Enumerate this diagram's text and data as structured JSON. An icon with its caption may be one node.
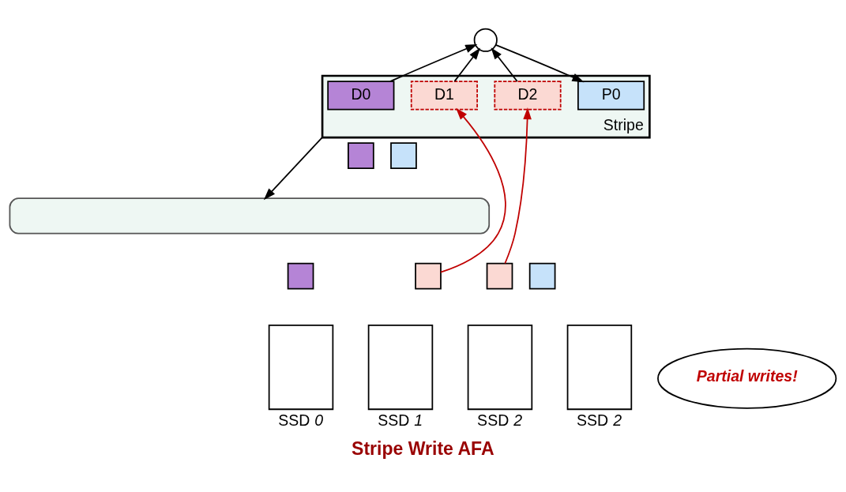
{
  "diagram": {
    "caption": "Stripe Write AFA",
    "nodes": [
      {
        "text": [],
        "shape": "circle"
      },
      {
        "text": [],
        "shape": "box",
        "beside": [
          "Stripe"
        ]
      },
      {
        "text": [
          "D0"
        ],
        "in": 1
      },
      {
        "text": [
          "D1"
        ],
        "in": 1
      },
      {
        "text": [
          "D2"
        ],
        "in": 1
      },
      {
        "text": [
          "P0"
        ],
        "in": 1
      },
      {
        "text": [],
        "shape": "box"
      },
      {
        "text": [],
        "shape": "box"
      },
      {
        "text": [],
        "shape": "box",
        "beside": [
          "SSD *0*"
        ]
      },
      {
        "text": [],
        "shape": "box",
        "beside": [
          "SSD *1*"
        ]
      },
      {
        "text": [],
        "shape": "box",
        "beside": [
          "SSD *2*"
        ]
      },
      {
        "text": [],
        "shape": "box",
        "beside": [
          "SSD *2*"
        ]
      },
      {
        "text": [],
        "shape": "box"
      },
      {
        "text": [],
        "shape": "box"
      },
      {
        "text": [],
        "shape": "box"
      },
      {
        "text": [],
        "shape": "box"
      },
      {
        "text": [],
        "shape": "box"
      },
      {
        "text": [
          "Partial writes!"
        ]
      }
    ],
    "edges": [
      {
        "from": 2,
        "to": 0,
        "arrow": "to"
      },
      {
        "from": 3,
        "to": 0,
        "arrow": "to"
      },
      {
        "from": 4,
        "to": 0,
        "arrow": "to"
      },
      {
        "from": 0,
        "to": 5,
        "arrow": "to"
      },
      {
        "from": 1,
        "to": 12,
        "arrow": "to"
      },
      {
        "from": 14,
        "to": 3,
        "arrow": "to",
        "color": "#c00000"
      },
      {
        "from": 15,
        "to": 4,
        "arrow": "to",
        "color": "#c00000"
      }
    ]
  }
}
